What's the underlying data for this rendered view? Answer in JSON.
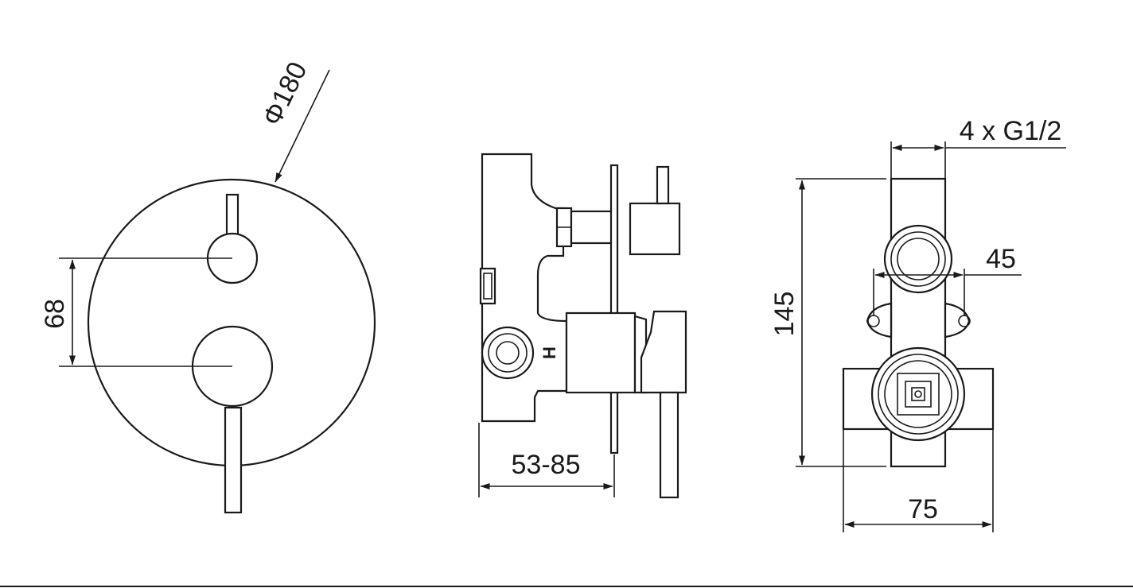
{
  "dimensions": {
    "plate_diameter": "Φ180",
    "handle_spacing": "68",
    "wall_depth": "53-85",
    "thread_spec": "4 x G1/2",
    "port_spacing": "45",
    "body_height": "145",
    "body_width": "75"
  },
  "markings": {
    "hot_port": "H"
  },
  "colors": {
    "line": "#1a1a1a",
    "background": "#ffffff"
  }
}
